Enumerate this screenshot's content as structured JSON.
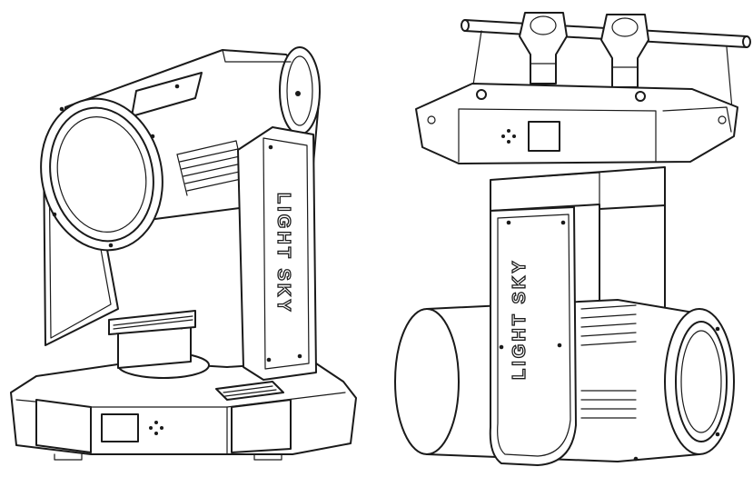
{
  "fixtures": [
    {
      "id": "front",
      "brand_text": "LIGHT SKY"
    },
    {
      "id": "hanging",
      "brand_text": "LIGHT SKY"
    }
  ],
  "colors": {
    "line": "#1a1a1a",
    "fill": "#ffffff"
  }
}
